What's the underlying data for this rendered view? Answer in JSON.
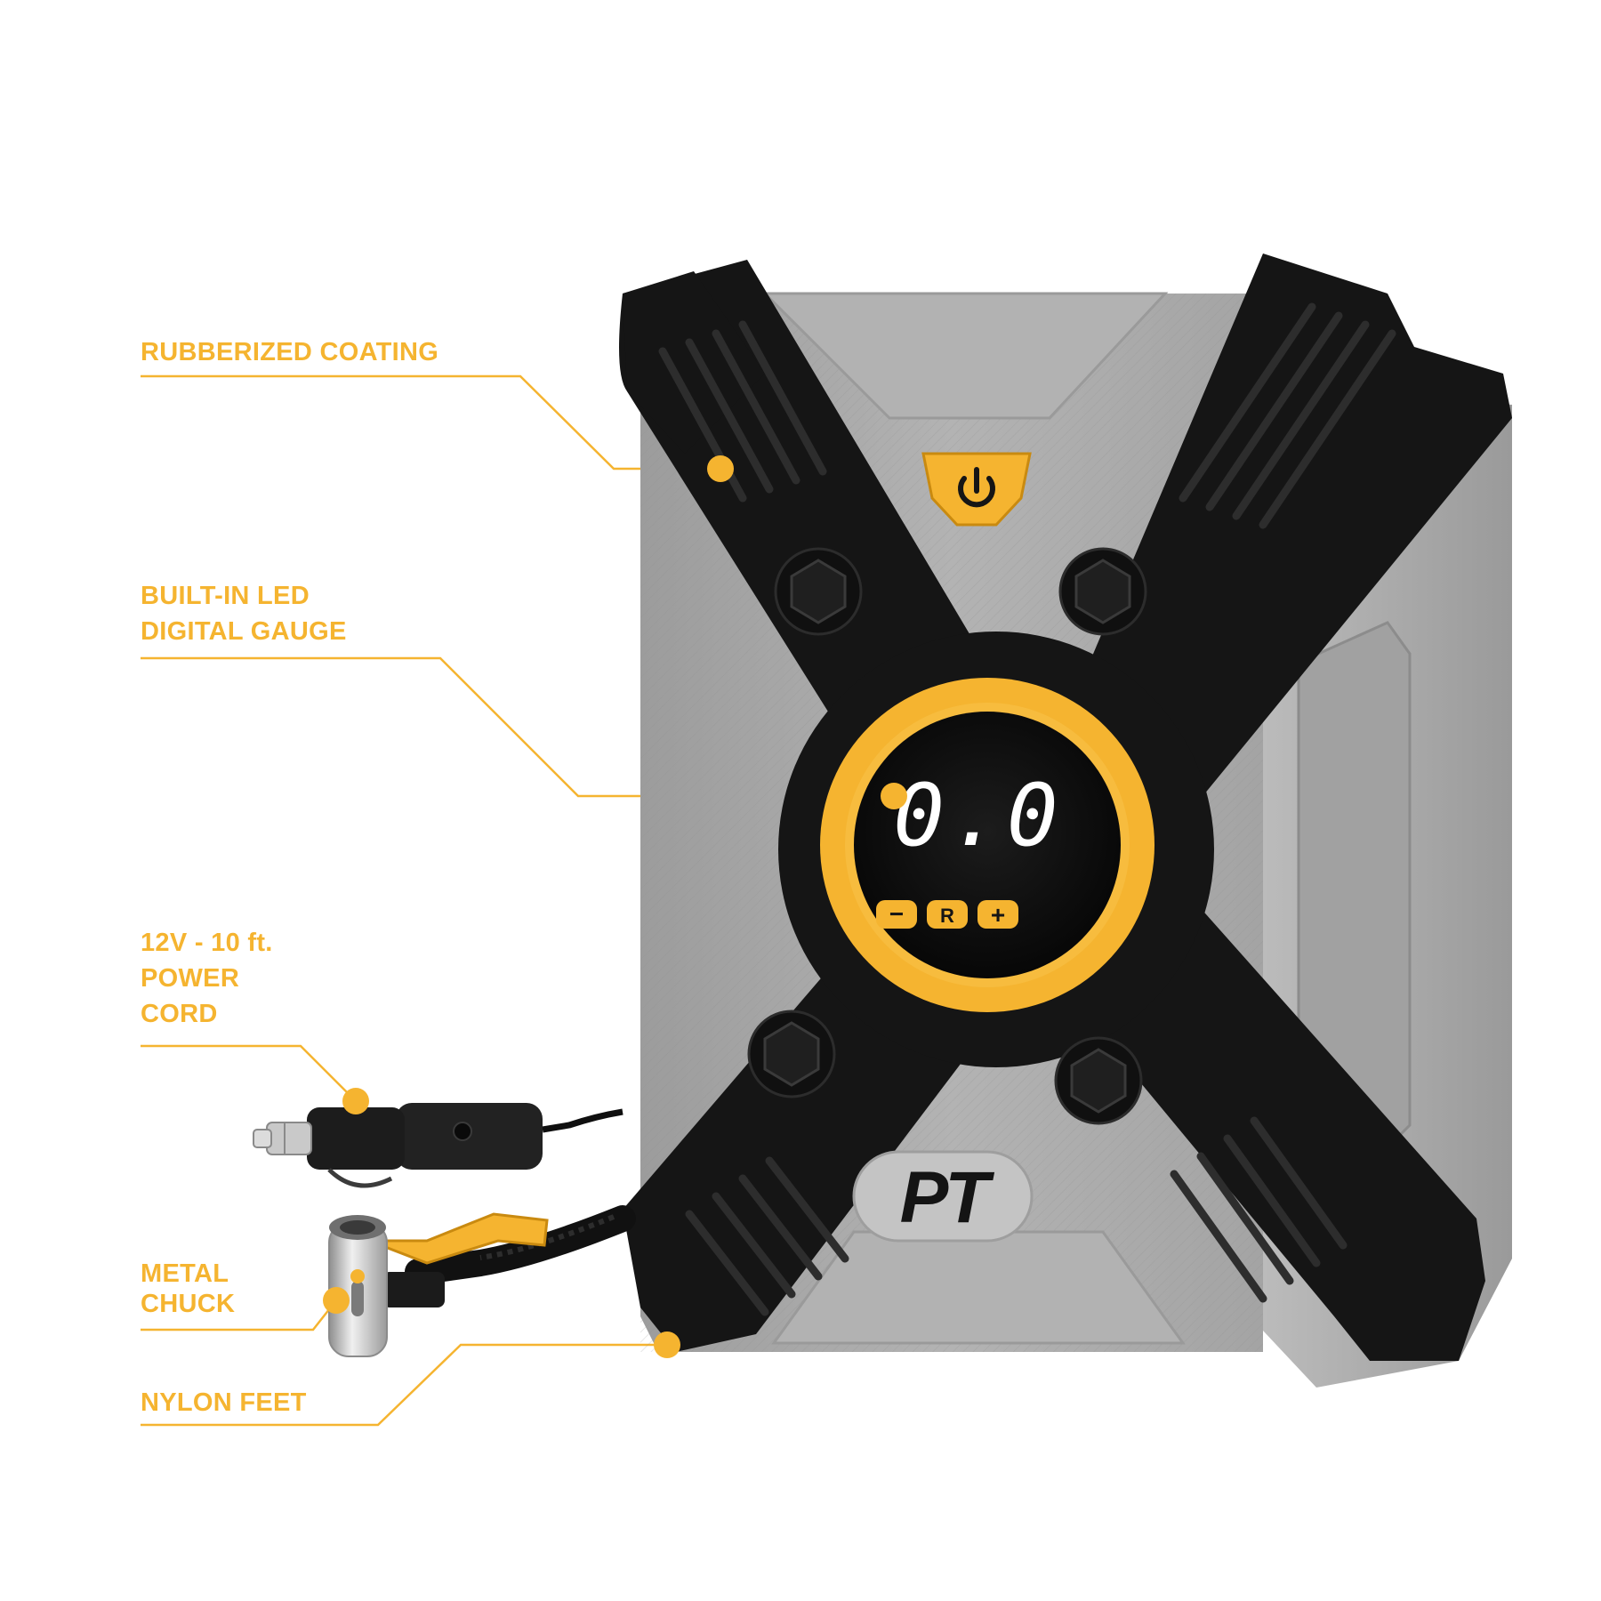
{
  "callouts": {
    "rubberized": "RUBBERIZED COATING",
    "gauge_line1": "BUILT-IN LED",
    "gauge_line2": "DIGITAL GAUGE",
    "cord_line1": "12V - 10 ft.",
    "cord_line2": "POWER",
    "cord_line3": "CORD",
    "chuck_line1": "METAL",
    "chuck_line2": "CHUCK",
    "feet": "NYLON FEET"
  },
  "device": {
    "display_reading": "0.0",
    "button_minus": "−",
    "button_reset": "R",
    "button_plus": "+",
    "brand_logo": "PT",
    "power_button_icon": "power-icon"
  },
  "colors": {
    "accent": "#f5b430",
    "body_gray": "#a9a9a9",
    "rubber_black": "#151515",
    "display_black": "#0a0a0a"
  }
}
